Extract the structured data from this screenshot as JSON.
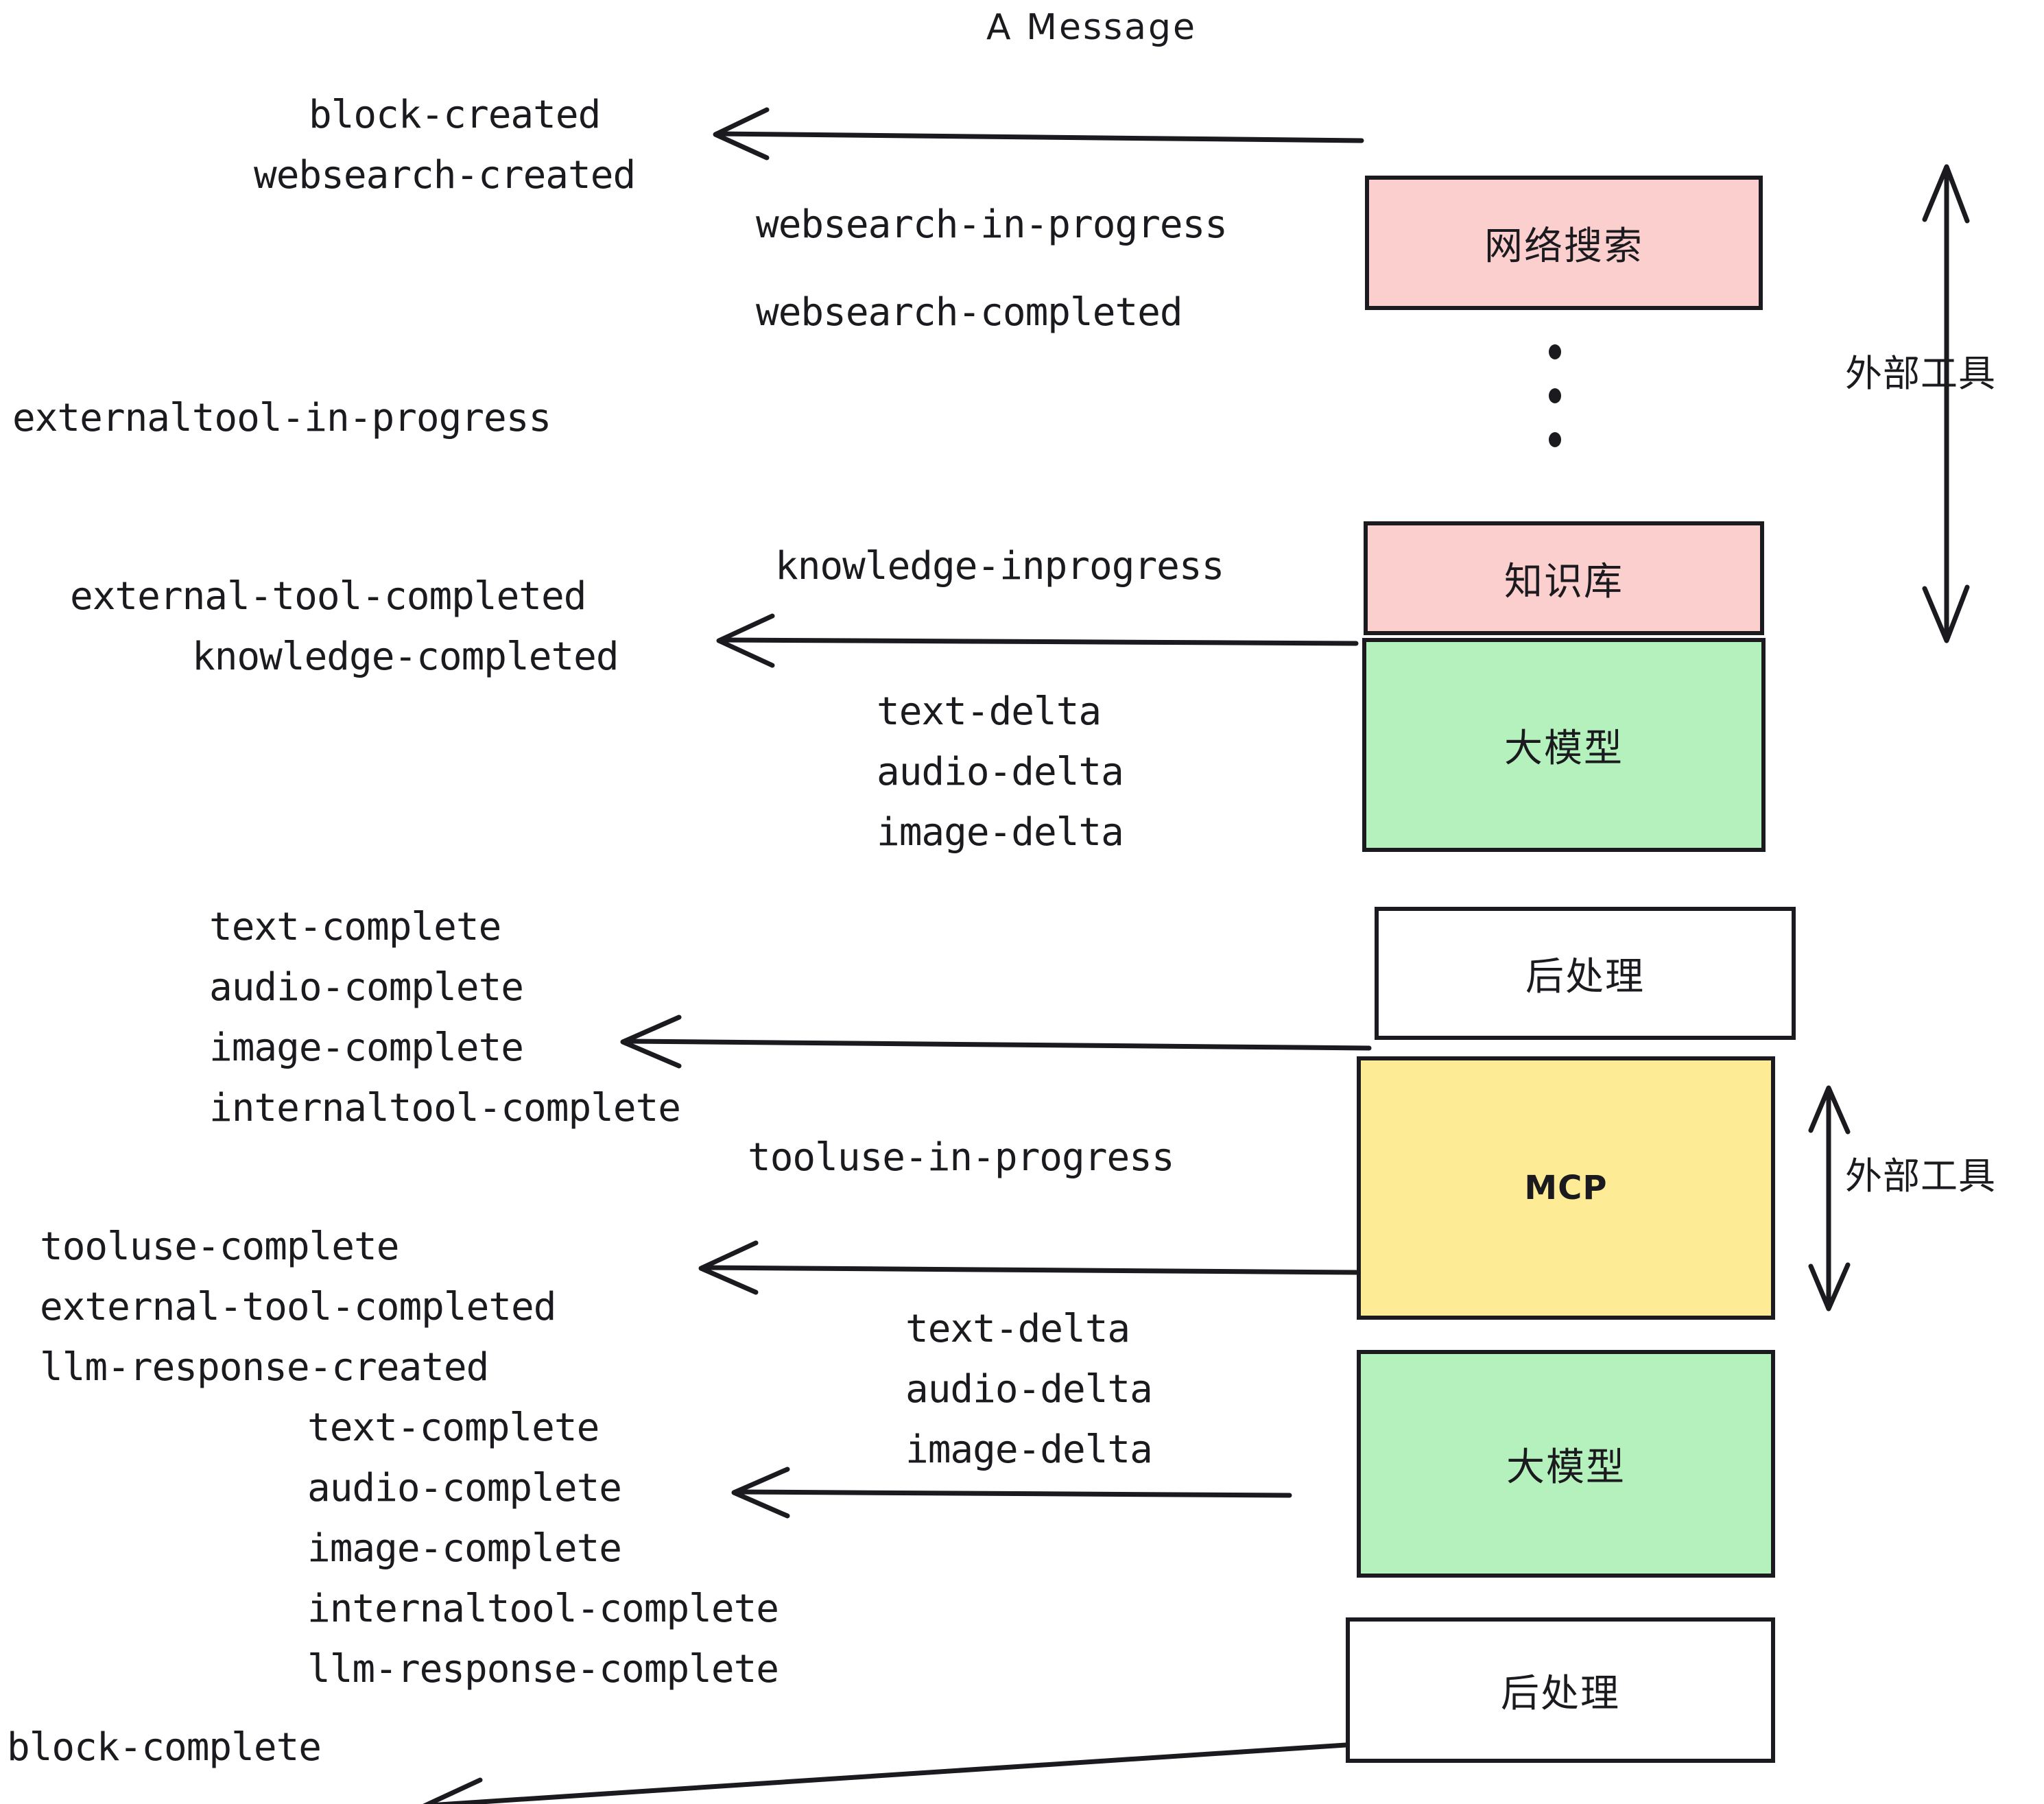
{
  "title": "A Message",
  "colors": {
    "pink": "#fccfcf",
    "green": "#b5f1bd",
    "yellow": "#fdeb96",
    "white": "#ffffff",
    "stroke": "#1b1b1f"
  },
  "nodes": [
    {
      "id": "websearch",
      "label": "网络搜索",
      "fill": "pink"
    },
    {
      "id": "knowledge",
      "label": "知识库",
      "fill": "pink"
    },
    {
      "id": "llm-1",
      "label": "大模型",
      "fill": "green"
    },
    {
      "id": "postprocess-1",
      "label": "后处理",
      "fill": "white"
    },
    {
      "id": "mcp",
      "label": "MCP",
      "fill": "yellow"
    },
    {
      "id": "llm-2",
      "label": "大模型",
      "fill": "green"
    },
    {
      "id": "postprocess-2",
      "label": "后处理",
      "fill": "white"
    }
  ],
  "group_labels": [
    {
      "id": "external-tools-top",
      "label": "外部工具"
    },
    {
      "id": "external-tools-bottom",
      "label": "外部工具"
    }
  ],
  "events": [
    {
      "id": "block-created",
      "text": "block-created"
    },
    {
      "id": "websearch-created",
      "text": "websearch-created"
    },
    {
      "id": "websearch-in-progress",
      "text": "websearch-in-progress"
    },
    {
      "id": "websearch-completed",
      "text": "websearch-completed"
    },
    {
      "id": "externaltool-in-progress",
      "text": "externaltool-in-progress"
    },
    {
      "id": "knowledge-inprogress",
      "text": "knowledge-inprogress"
    },
    {
      "id": "external-tool-completed-1",
      "text": "external-tool-completed"
    },
    {
      "id": "knowledge-completed",
      "text": "knowledge-completed"
    },
    {
      "id": "text-delta-1",
      "text": "text-delta"
    },
    {
      "id": "audio-delta-1",
      "text": "audio-delta"
    },
    {
      "id": "image-delta-1",
      "text": "image-delta"
    },
    {
      "id": "text-complete-1",
      "text": "text-complete"
    },
    {
      "id": "audio-complete-1",
      "text": "audio-complete"
    },
    {
      "id": "image-complete-1",
      "text": "image-complete"
    },
    {
      "id": "internaltool-complete-1",
      "text": "internaltool-complete"
    },
    {
      "id": "tooluse-in-progress",
      "text": "tooluse-in-progress"
    },
    {
      "id": "tooluse-complete",
      "text": "tooluse-complete"
    },
    {
      "id": "external-tool-completed-2",
      "text": "external-tool-completed"
    },
    {
      "id": "llm-response-created",
      "text": "llm-response-created"
    },
    {
      "id": "text-delta-2",
      "text": "text-delta"
    },
    {
      "id": "audio-delta-2",
      "text": "audio-delta"
    },
    {
      "id": "image-delta-2",
      "text": "image-delta"
    },
    {
      "id": "text-complete-2",
      "text": "text-complete"
    },
    {
      "id": "audio-complete-2",
      "text": "audio-complete"
    },
    {
      "id": "image-complete-2",
      "text": "image-complete"
    },
    {
      "id": "internaltool-complete-2",
      "text": "internaltool-complete"
    },
    {
      "id": "llm-response-complete",
      "text": "llm-response-complete"
    },
    {
      "id": "block-complete",
      "text": "block-complete"
    }
  ]
}
